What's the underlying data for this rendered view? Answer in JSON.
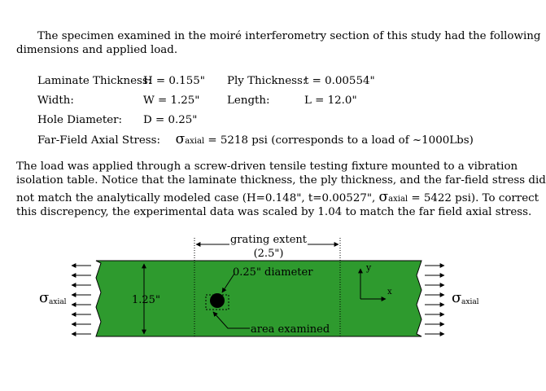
{
  "intro": {
    "line1": "The specimen examined in the moiré interferometry section of this study had the following",
    "line2": "dimensions and applied load."
  },
  "dims": {
    "laminate_label": "Laminate Thickness:",
    "laminate_value": "H = 0.155\"",
    "ply_label": "Ply Thickness:",
    "ply_value": "t = 0.00554\"",
    "width_label": "Width:",
    "width_value": "W = 1.25\"",
    "length_label": "Length:",
    "length_value": "L = 12.0\"",
    "hole_label": "Hole Diameter:",
    "hole_value": "D = 0.25\"",
    "stress_label": "Far-Field Axial Stress:",
    "stress_sigma": "σ",
    "stress_sub": "axial",
    "stress_value": " = 5218 psi (corresponds to a load of ~1000Lbs)"
  },
  "para2": {
    "l1": "The load was applied through a screw-driven tensile testing fixture mounted to a vibration",
    "l2": "isolation table.  Notice that the laminate thickness, the ply thickness, and the far-field stress did",
    "l3a": "not match the analytically modeled case (H=0.148\", t=0.00527\", ",
    "l3sigma": "σ",
    "l3sub": "axial",
    "l3b": " = 5422 psi).  To correct",
    "l4": "this discrepency, the experimental data was scaled by 1.04 to match the far field axial stress."
  },
  "diagram": {
    "grating_label": "grating extent",
    "grating_value": "(2.5\")",
    "hole_label": "0.25\" diameter",
    "width_label": "1.25\"",
    "area_label": "area examined",
    "axis_y": "y",
    "axis_x": "x",
    "sigma": "σ",
    "sigma_sub": "axial",
    "colors": {
      "specimen": "#2e9a2e",
      "outline": "#000000"
    }
  }
}
